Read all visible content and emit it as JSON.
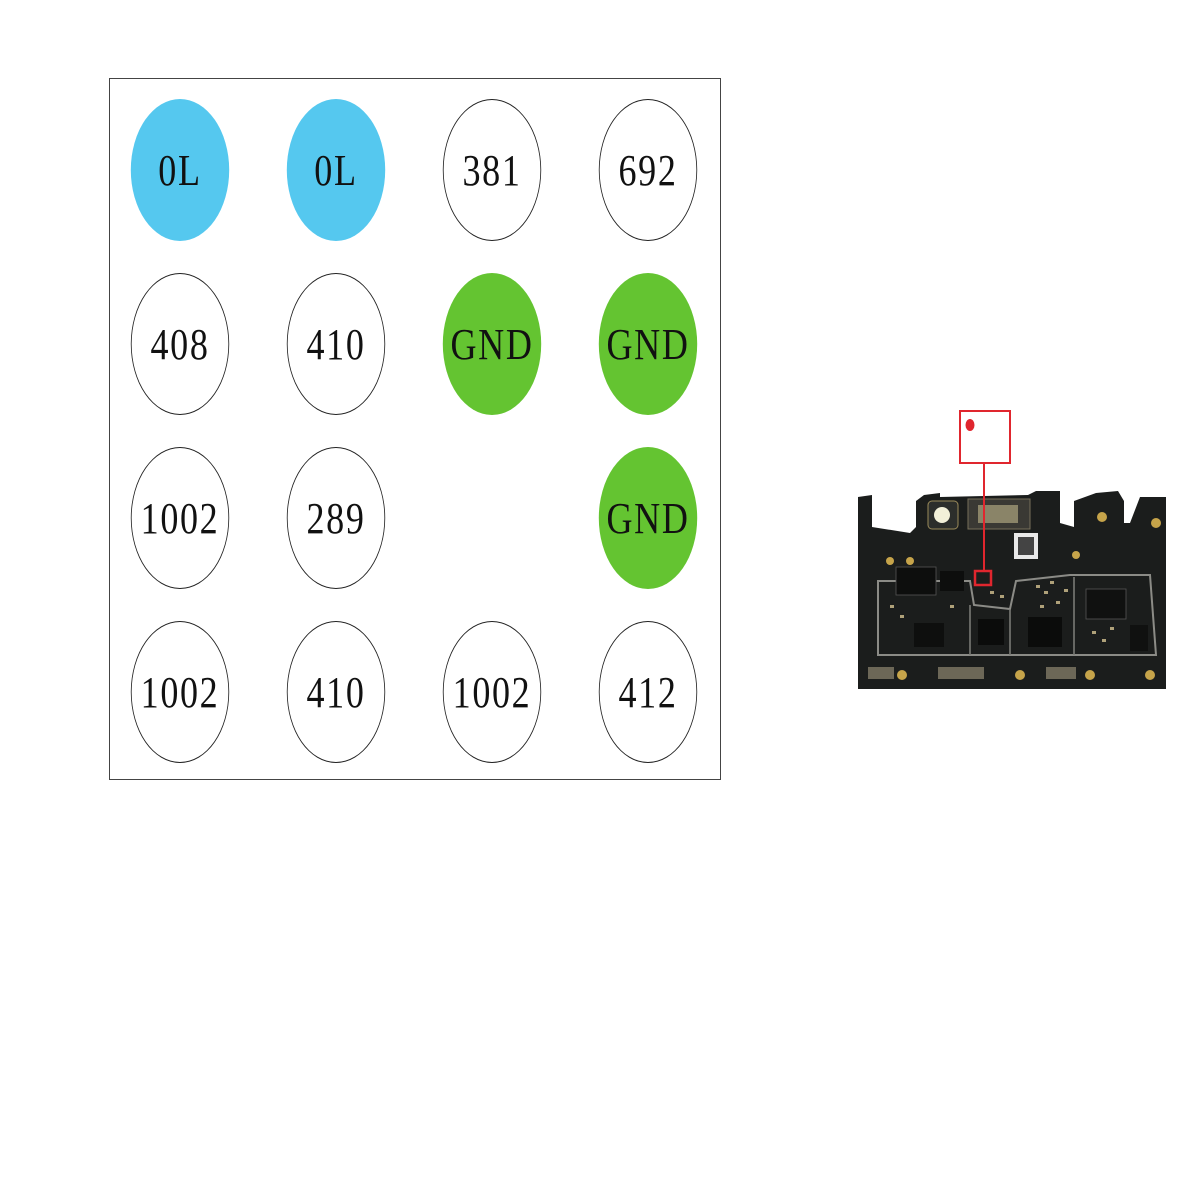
{
  "pads": [
    {
      "label": "0L",
      "type": "open"
    },
    {
      "label": "0L",
      "type": "open"
    },
    {
      "label": "381",
      "type": "value"
    },
    {
      "label": "692",
      "type": "value"
    },
    {
      "label": "408",
      "type": "value"
    },
    {
      "label": "410",
      "type": "value"
    },
    {
      "label": "GND",
      "type": "ground"
    },
    {
      "label": "GND",
      "type": "ground"
    },
    {
      "label": "1002",
      "type": "value"
    },
    {
      "label": "289",
      "type": "value"
    },
    {
      "label": "",
      "type": "empty"
    },
    {
      "label": "GND",
      "type": "ground"
    },
    {
      "label": "1002",
      "type": "value"
    },
    {
      "label": "410",
      "type": "value"
    },
    {
      "label": "1002",
      "type": "value"
    },
    {
      "label": "412",
      "type": "value"
    }
  ],
  "colors": {
    "open": "#55c8ef",
    "ground": "#64c431",
    "highlight": "#e0262e",
    "board": "#1b1d1c"
  },
  "board_image": {
    "icon": "motherboard-icon",
    "marker": "location-marker"
  }
}
